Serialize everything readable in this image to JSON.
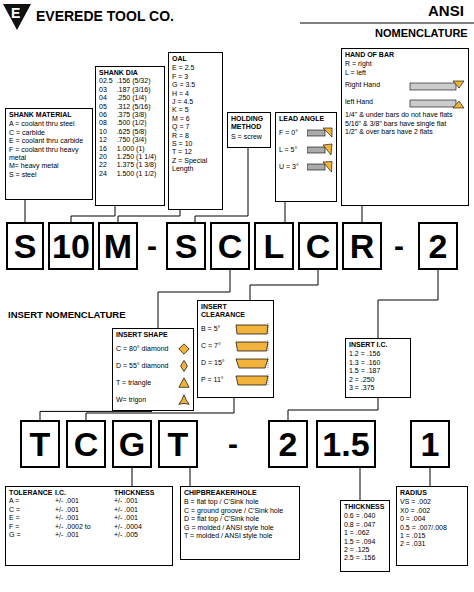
{
  "diagram": {
    "title": "EVEREDE TOOL CO.",
    "nodes": [
      {
        "text": [
          "SHANK MATERIAL",
          "A = coolant thru steel",
          "C = carbide",
          "E = coolant thru carbide",
          "F = coolant thru heavy metal",
          "M= heavy metal",
          "S = steel"
        ]
      },
      {
        "text": [
          "SHANK DIA",
          "02.5",
          ".156 (5/32)",
          "03",
          ".187 (3/16)",
          "04",
          ".250 (1/4)",
          "05",
          ".312 (5/16)",
          "06",
          ".375 (3/8)",
          "08",
          ".500 (1/2)",
          "10",
          ".625 (5/8)",
          "12",
          ".750 (3/4)",
          "16",
          "1.000 (1)",
          "20",
          "1.250 (1 1/4)",
          "22",
          "1.375 (1 3/8)",
          "24",
          "1.500 (1 1/2)"
        ]
      },
      {
        "text": [
          "OAL",
          "E = 2.5",
          "F = 3",
          "G = 3.5",
          "H = 4",
          "J = 4.5",
          "K = 5",
          "M = 6",
          "Q = 7",
          "R = 8",
          "S = 10",
          "T = 12",
          "Z = Special Length"
        ]
      },
      {
        "text": [
          "HOLDING METHOD",
          "S = screw"
        ]
      },
      {
        "text": [
          "LEAD ANGLE",
          "F = 0°",
          "L = 5°",
          "U = 3°"
        ]
      },
      {
        "text": [
          "HAND OF BAR",
          "R = right",
          "L = left",
          "Right Hand",
          "left Hand",
          "1/4\" & under bars do not have flats",
          "5/16\" & 3/8\" bars have single flat",
          "1/2\" & over bars have 2 flats"
        ]
      },
      {
        "text": [
          "S"
        ]
      },
      {
        "text": [
          "10"
        ]
      },
      {
        "text": [
          "M"
        ]
      },
      {
        "text": [
          "S"
        ]
      },
      {
        "text": [
          "C"
        ]
      },
      {
        "text": [
          "L"
        ]
      },
      {
        "text": [
          "C"
        ]
      },
      {
        "text": [
          "R"
        ]
      },
      {
        "text": [
          "2"
        ]
      },
      {
        "text": [
          "INSERT SHAPE",
          "C = 80° diamond",
          "D = 55° diamond",
          "T = triangle",
          "W= trigon"
        ]
      },
      {
        "text": [
          "INSERT CLEARANCE",
          "B = 5°",
          "C = 7°",
          "D = 15°",
          "P = 11°"
        ]
      },
      {
        "text": [
          "INSERT I.C.",
          "1.2 = .156",
          "1.3 = .160",
          "1.5 = .187",
          "2 = .250",
          "3 = .375"
        ]
      },
      {
        "text": [
          "T"
        ]
      },
      {
        "text": [
          "C"
        ]
      },
      {
        "text": [
          "G"
        ]
      },
      {
        "text": [
          "T"
        ]
      },
      {
        "text": [
          "2"
        ]
      },
      {
        "text": [
          "1.5"
        ]
      },
      {
        "text": [
          "1"
        ]
      },
      {
        "text": [
          "TOLERANCE",
          "I.C.",
          "THICKNESS",
          "A =",
          "+/- .001",
          "+/- .001",
          "C =",
          "+/- .001",
          "+/- .001",
          "E =",
          "+/- .001",
          "+/- .001",
          "F =",
          "+/- .0002 to",
          "+/- .0004",
          "G =",
          "+/- .001",
          "+/- .005"
        ]
      },
      {
        "text": [
          "CHIPBREAKER/HOLE",
          "B = flat top / C'Sink hole",
          "C = ground groove / C'Sink hole",
          "D = flat top / C'Sink hole",
          "G = molded / ANSI style hole",
          "T = molded / ANSI style hole"
        ]
      },
      {
        "text": [
          "THICKNESS",
          "0.6 = .040",
          "0.8 = .047",
          "1 = .062",
          "1.5 = .094",
          "2 = .125",
          "2.5 = .156"
        ]
      },
      {
        "text": [
          "RADIUS",
          "VS = .002",
          "X0 = .002",
          "0 = .004",
          "0.5 = .007/.008",
          "1 = .015",
          "2 = .031"
        ]
      }
    ],
    "edges": [
      {
        "from": 6,
        "to": 0,
        "arrow": "none"
      },
      {
        "from": 7,
        "to": 1,
        "arrow": "none"
      },
      {
        "from": 8,
        "to": 2,
        "arrow": "none"
      },
      {
        "from": 9,
        "to": 3,
        "arrow": "none"
      },
      {
        "from": 10,
        "to": 15,
        "arrow": "none"
      },
      {
        "from": 11,
        "to": 4,
        "arrow": "none"
      },
      {
        "from": 12,
        "to": 16,
        "arrow": "none"
      },
      {
        "from": 13,
        "to": 5,
        "arrow": "none"
      },
      {
        "from": 14,
        "to": 17,
        "arrow": "none"
      },
      {
        "from": 15,
        "to": 18,
        "arrow": "none"
      },
      {
        "from": 16,
        "to": 19,
        "arrow": "none"
      },
      {
        "from": 17,
        "to": 22,
        "arrow": "none"
      },
      {
        "from": 20,
        "to": 25,
        "arrow": "none"
      },
      {
        "from": 21,
        "to": 26,
        "arrow": "none"
      },
      {
        "from": 23,
        "to": 27,
        "arrow": "none"
      },
      {
        "from": 24,
        "to": 28,
        "arrow": "none"
      }
    ],
    "labels": [
      "E",
      "ANSI",
      "NOMENCLATURE",
      "-",
      "-",
      "INSERT NOMENCLATURE",
      "-"
    ]
  }
}
